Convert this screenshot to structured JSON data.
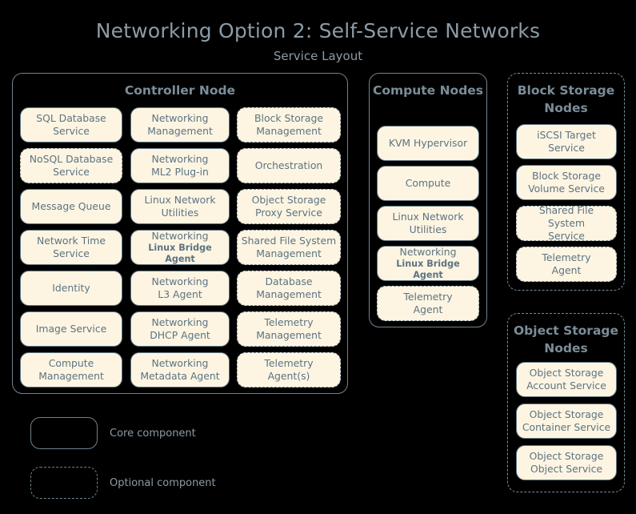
{
  "header": {
    "title": "Networking Option 2: Self-Service Networks",
    "subtitle": "Service Layout"
  },
  "panels": {
    "controller": {
      "title": "Controller Node",
      "style": "solid",
      "columns": [
        [
          {
            "line1": "SQL Database",
            "line2": "Service",
            "style": "solid"
          },
          {
            "line1": "NoSQL Database",
            "line2": "Service",
            "style": "dashed"
          },
          {
            "line1": "Message Queue",
            "line2": "",
            "style": "solid"
          },
          {
            "line1": "Network Time",
            "line2": "Service",
            "style": "solid"
          },
          {
            "line1": "Identity",
            "line2": "",
            "style": "solid"
          },
          {
            "line1": "Image Service",
            "line2": "",
            "style": "solid"
          },
          {
            "line1": "Compute",
            "line2": "Management",
            "style": "solid"
          }
        ],
        [
          {
            "line1": "Networking",
            "line2": "Management",
            "style": "solid"
          },
          {
            "line1": "Networking",
            "line2": "ML2 Plug-in",
            "style": "solid"
          },
          {
            "line1": "Linux Network",
            "line2": "Utilities",
            "style": "solid"
          },
          {
            "line1": "Networking",
            "line2": "Linux Bridge Agent",
            "style": "solid",
            "small2": true
          },
          {
            "line1": "Networking",
            "line2": "L3 Agent",
            "style": "solid"
          },
          {
            "line1": "Networking",
            "line2": "DHCP Agent",
            "style": "solid"
          },
          {
            "line1": "Networking",
            "line2": "Metadata Agent",
            "style": "solid"
          }
        ],
        [
          {
            "line1": "Block Storage",
            "line2": "Management",
            "style": "dashed"
          },
          {
            "line1": "Orchestration",
            "line2": "",
            "style": "dashed"
          },
          {
            "line1": "Object Storage",
            "line2": "Proxy Service",
            "style": "dashed"
          },
          {
            "line1": "Shared File System",
            "line2": "Management",
            "style": "dashed"
          },
          {
            "line1": "Database",
            "line2": "Management",
            "style": "dashed"
          },
          {
            "line1": "Telemetry",
            "line2": "Management",
            "style": "dashed"
          },
          {
            "line1": "Telemetry",
            "line2": "Agent(s)",
            "style": "dashed"
          }
        ]
      ]
    },
    "compute": {
      "title": "Compute Nodes",
      "style": "solid",
      "items": [
        {
          "line1": "KVM Hypervisor",
          "line2": "",
          "style": "solid"
        },
        {
          "line1": "Compute",
          "line2": "",
          "style": "solid"
        },
        {
          "line1": "Linux Network",
          "line2": "Utilities",
          "style": "solid"
        },
        {
          "line1": "Networking",
          "line2": "Linux Bridge Agent",
          "style": "solid",
          "small2": true
        },
        {
          "line1": "Telemetry",
          "line2": "Agent",
          "style": "dashed"
        }
      ]
    },
    "block_storage": {
      "title": "Block Storage Nodes",
      "style": "dashed",
      "items": [
        {
          "line1": "iSCSI Target",
          "line2": "Service",
          "style": "solid"
        },
        {
          "line1": "Block Storage",
          "line2": "Volume Service",
          "style": "solid"
        },
        {
          "line1": "Shared File System",
          "line2": "Service",
          "style": "dashed"
        },
        {
          "line1": "Telemetry",
          "line2": "Agent",
          "style": "dashed"
        }
      ]
    },
    "object_storage": {
      "title": "Object Storage Nodes",
      "style": "dashed",
      "items": [
        {
          "line1": "Object Storage",
          "line2": "Account Service",
          "style": "solid"
        },
        {
          "line1": "Object Storage",
          "line2": "Container Service",
          "style": "solid"
        },
        {
          "line1": "Object Storage",
          "line2": "Object Service",
          "style": "solid"
        }
      ]
    }
  },
  "legend": [
    {
      "label": "Core component",
      "style": "solid"
    },
    {
      "label": "Optional component",
      "style": "dashed"
    }
  ],
  "colors": {
    "background": "#000000",
    "box_fill": "#fdf5e2",
    "box_border": "#5f7684",
    "text": "#5c7382",
    "title": "#8c9ba6",
    "panel_border": "#6f838f"
  }
}
